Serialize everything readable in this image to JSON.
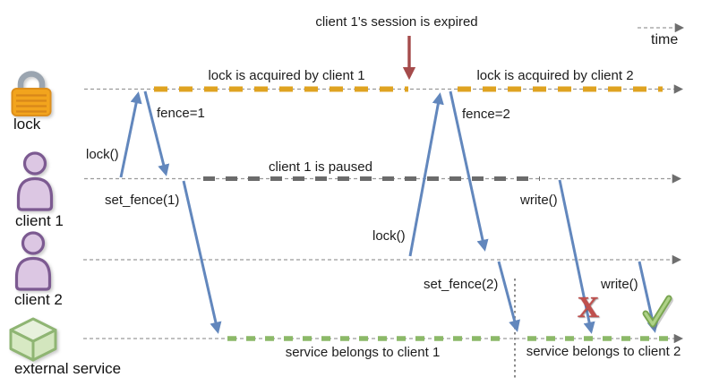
{
  "header": {
    "session_expired_note": "client 1's session is expired",
    "time_axis_label": "time"
  },
  "lanes": [
    {
      "actor": "lock",
      "icon": "padlock-icon"
    },
    {
      "actor": "client 1",
      "icon": "person-icon"
    },
    {
      "actor": "client 2",
      "icon": "person-icon"
    },
    {
      "actor": "external service",
      "icon": "cube-icon"
    }
  ],
  "spans": {
    "lock_acquired_by_client1": "lock is acquired by client 1",
    "lock_acquired_by_client2": "lock is acquired by client 2",
    "client1_paused": "client 1 is paused",
    "service_belongs_client1": "service belongs to client 1",
    "service_belongs_client2": "service belongs to client 2"
  },
  "messages": {
    "lock1": "lock()",
    "fence1": "fence=1",
    "set_fence1": "set_fence(1)",
    "lock2": "lock()",
    "fence2": "fence=2",
    "set_fence2": "set_fence(2)",
    "write1": "write()",
    "write2": "write()"
  },
  "marks": {
    "fail": "X"
  },
  "colors": {
    "message_arrow_blue": "#6287BD",
    "lock_span_orange": "#DFA321",
    "pause_span_gray": "#6B6B6B",
    "service_span_green": "#8CB968",
    "expire_arrow_red": "#A54B4B",
    "fail_mark_red": "#C0504D",
    "success_mark_green": "#79A551",
    "timeline_gray": "#999999"
  }
}
